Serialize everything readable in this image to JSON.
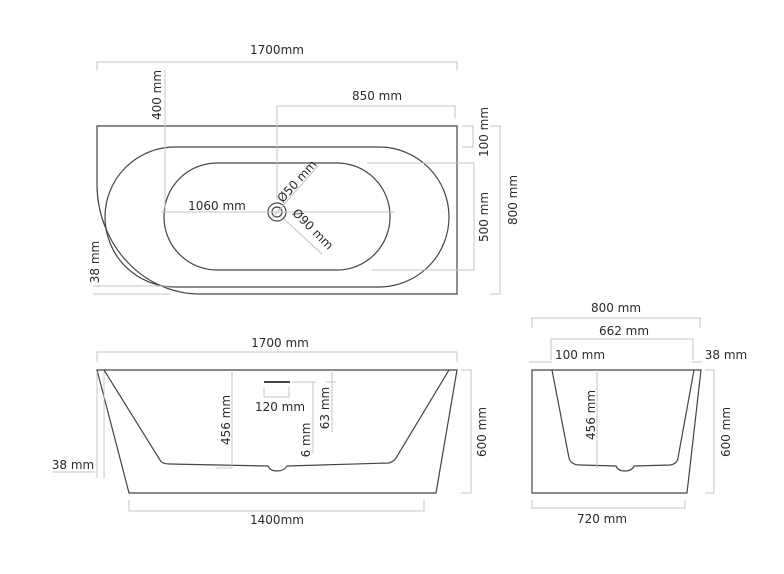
{
  "top_view": {
    "overall_length": "1700mm",
    "drain_offset_from_rim": "400 mm",
    "drain_offset_from_end": "850 mm",
    "back_ledge": "100 mm",
    "basin_width": "500 mm",
    "overall_width": "800 mm",
    "basin_length": "1060 mm",
    "drain_inner_diameter": "Ø50 mm",
    "drain_outer_diameter": "Ø90 mm",
    "rim_thickness": "38 mm"
  },
  "side_view": {
    "overall_length": "1700 mm",
    "base_length": "1400mm",
    "height": "600 mm",
    "depth": "456 mm",
    "overflow_width": "120 mm",
    "overflow_gap": "6 mm",
    "overflow_depth": "63 mm",
    "rim_thickness": "38 mm"
  },
  "end_view": {
    "overall_width": "800 mm",
    "inner_width": "662 mm",
    "back_ledge": "100 mm",
    "rim_thickness": "38 mm",
    "height": "600 mm",
    "depth": "456 mm",
    "base_width": "720 mm"
  }
}
